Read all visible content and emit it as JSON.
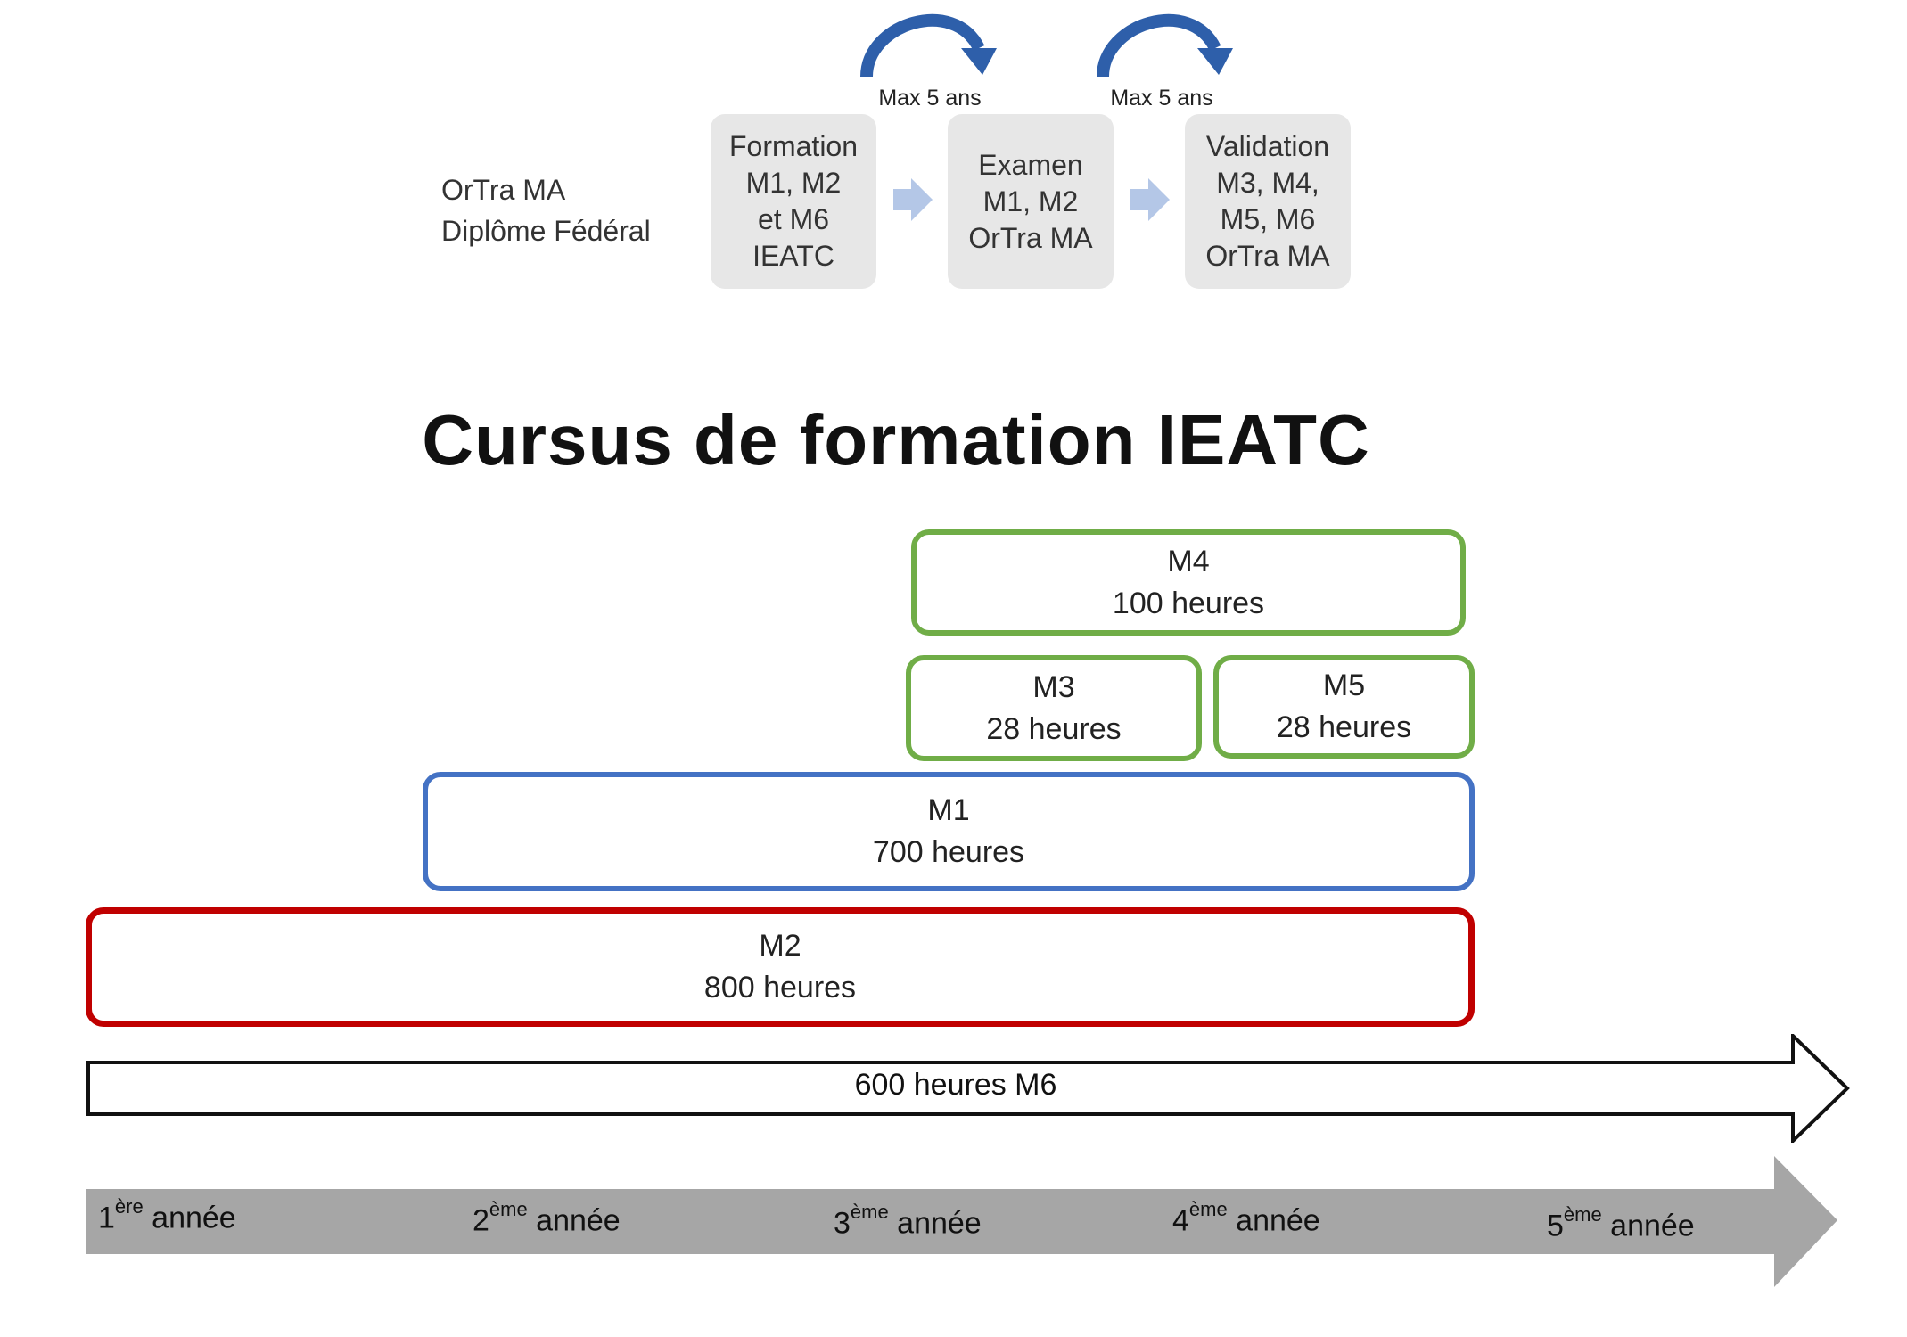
{
  "process": {
    "label_line1": "OrTra MA",
    "label_line2": "Diplôme Fédéral",
    "steps": [
      {
        "lines": [
          "Formation",
          "M1, M2",
          "et M6",
          "IEATC"
        ]
      },
      {
        "lines": [
          "Examen",
          "M1, M2",
          "OrTra MA"
        ]
      },
      {
        "lines": [
          "Validation",
          "M3, M4,",
          "M5, M6",
          "OrTra MA"
        ]
      }
    ],
    "gaps": [
      "Max 5 ans",
      "Max 5 ans"
    ]
  },
  "title": "Cursus de formation IEATC",
  "modules": {
    "m4": {
      "name": "M4",
      "hours": "100 heures",
      "color": "#70ad47"
    },
    "m3": {
      "name": "M3",
      "hours": "28 heures",
      "color": "#70ad47"
    },
    "m5": {
      "name": "M5",
      "hours": "28 heures",
      "color": "#70ad47"
    },
    "m1": {
      "name": "M1",
      "hours": "700 heures",
      "color": "#4472c4"
    },
    "m2": {
      "name": "M2",
      "hours": "800 heures",
      "color": "#c00000"
    }
  },
  "m6_arrow": "600 heures M6",
  "timeline": {
    "color": "#a6a6a6",
    "years": [
      {
        "num": "1",
        "sup": "ère",
        "word": "année"
      },
      {
        "num": "2",
        "sup": "ème",
        "word": "année"
      },
      {
        "num": "3",
        "sup": "ème",
        "word": "année"
      },
      {
        "num": "4",
        "sup": "ème",
        "word": "année"
      },
      {
        "num": "5",
        "sup": "ème",
        "word": "année"
      }
    ]
  },
  "colors": {
    "step_bg": "#e7e7e7",
    "chevron": "#b4c7e7",
    "curve_arrow": "#2e5faa"
  }
}
